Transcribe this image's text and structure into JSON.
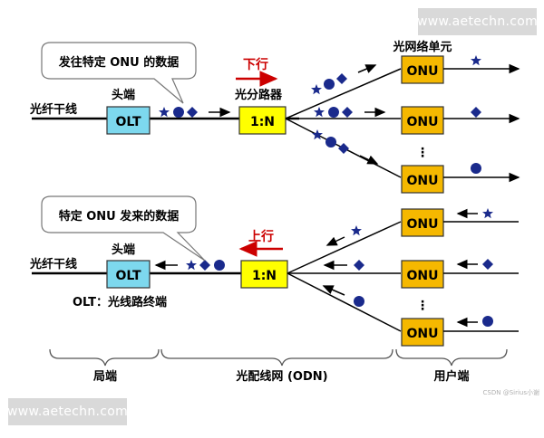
{
  "watermarks": {
    "top": "www.aetechn.com",
    "bottom": "www.aetechn.com",
    "csdn": "CSDN @Sirius小谢"
  },
  "downstream": {
    "direction_label": "下行",
    "callout": "发往特定 ONU 的数据",
    "trunk_label": "光纤干线",
    "head_label": "头端",
    "olt_label": "OLT",
    "splitter_label": "光分路器",
    "splitter_ratio": "1:N",
    "onu_unit_label": "光网络单元",
    "onu_label": "ONU",
    "dots": "⋮"
  },
  "upstream": {
    "direction_label": "上行",
    "callout": "特定 ONU 发来的数据",
    "trunk_label": "光纤干线",
    "head_label": "头端",
    "olt_label": "OLT",
    "olt_note": "OLT：光线路终端",
    "splitter_ratio": "1:N",
    "onu_label": "ONU",
    "dots": "⋮"
  },
  "bottom": {
    "central_office": "局端",
    "odn": "光配线网 (ODN)",
    "user_end": "用户端"
  },
  "colors": {
    "olt_fill": "#7dd8ee",
    "splitter_fill": "#ffff00",
    "onu_fill": "#f5b800",
    "box_stroke": "#333333",
    "symbol": "#1a2a8c",
    "arrow_red": "#cc0000",
    "label_red": "#cc0000"
  }
}
